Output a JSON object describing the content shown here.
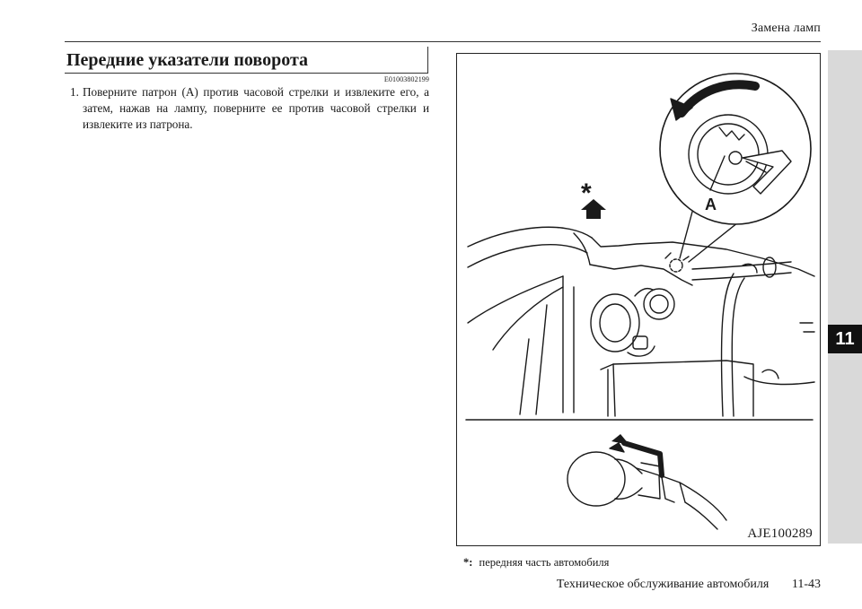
{
  "header": {
    "title": "Замена ламп"
  },
  "chapter_tab": {
    "number": "11"
  },
  "section": {
    "title": "Передние указатели поворота",
    "code": "E01003802199"
  },
  "steps": [
    {
      "num": "1.",
      "text": "Поверните патрон (A) против часовой стрелки и извлеките его, а затем, нажав на лампу, поверните ее против часовой стрелки и извлеките из патрона."
    }
  ],
  "figure": {
    "label_a": "A",
    "star_mark": "*",
    "code": "AJE100289"
  },
  "footnote": {
    "mark": "*:",
    "text": "передняя часть автомобиля"
  },
  "footer": {
    "book": "Техническое обслуживание автомобиля",
    "page": "11-43"
  }
}
